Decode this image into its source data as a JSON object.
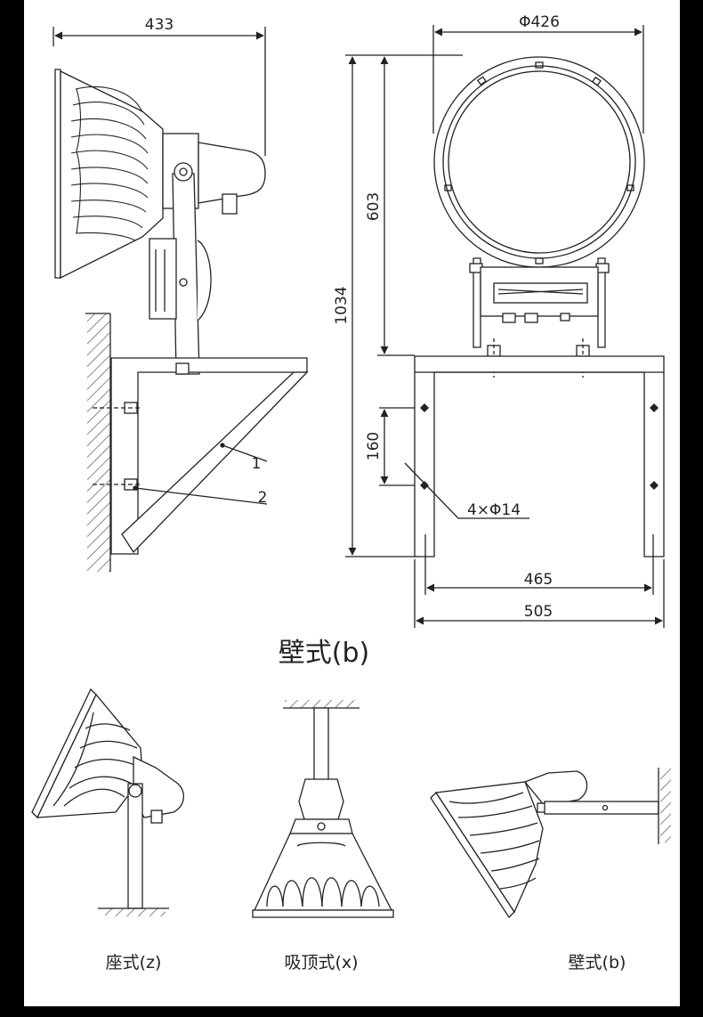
{
  "colors": {
    "line": "#222222",
    "paper": "#ffffff",
    "frame": "#000000",
    "hatch": "#555555"
  },
  "dimensions": {
    "side_width": "433",
    "diameter": "Φ426",
    "total_height": "1034",
    "lamp_height": "603",
    "hole_spacing": "160",
    "holes": "4×Φ14",
    "inner_width": "465",
    "outer_width": "505"
  },
  "callouts": {
    "part_1": "1",
    "part_2": "2"
  },
  "captions": {
    "main": "壁式(b)",
    "seat": "座式(z)",
    "ceiling": "吸顶式(x)",
    "wall": "壁式(b)"
  }
}
